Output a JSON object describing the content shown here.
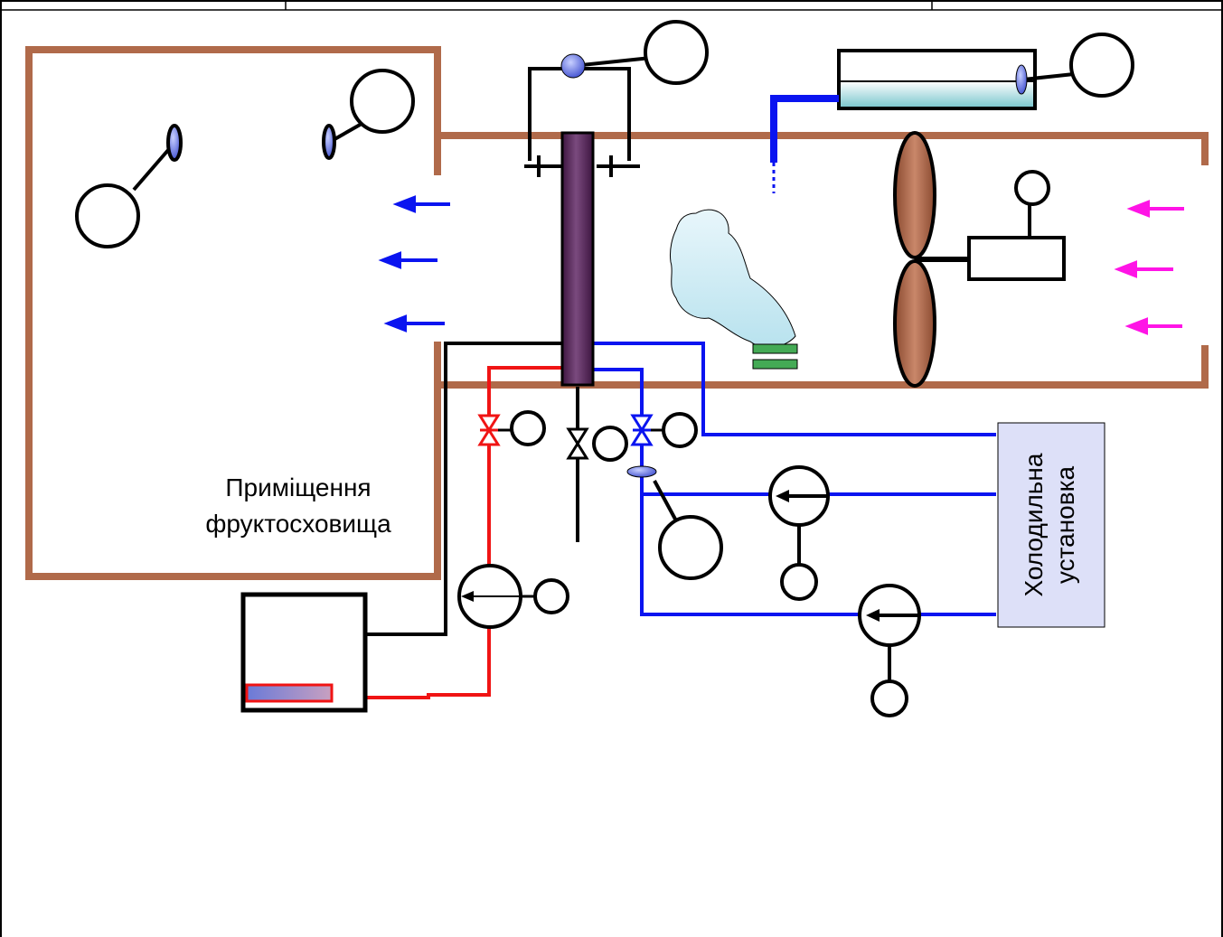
{
  "room_label": {
    "line1": "Приміщення",
    "line2": "фруктосховища"
  },
  "refrigeration_unit": {
    "line1": "Холодильна",
    "line2": "установка"
  },
  "colors": {
    "wall": "#b06a4a",
    "cold_line": "#0a14f0",
    "hot_line": "#f01414",
    "return_arrows": "#0a14f0",
    "intake_arrows": "#ff14e6",
    "fan_blade": "#b06f50",
    "unit_fill": "#dde0f8",
    "column": "#5b2a5c"
  }
}
